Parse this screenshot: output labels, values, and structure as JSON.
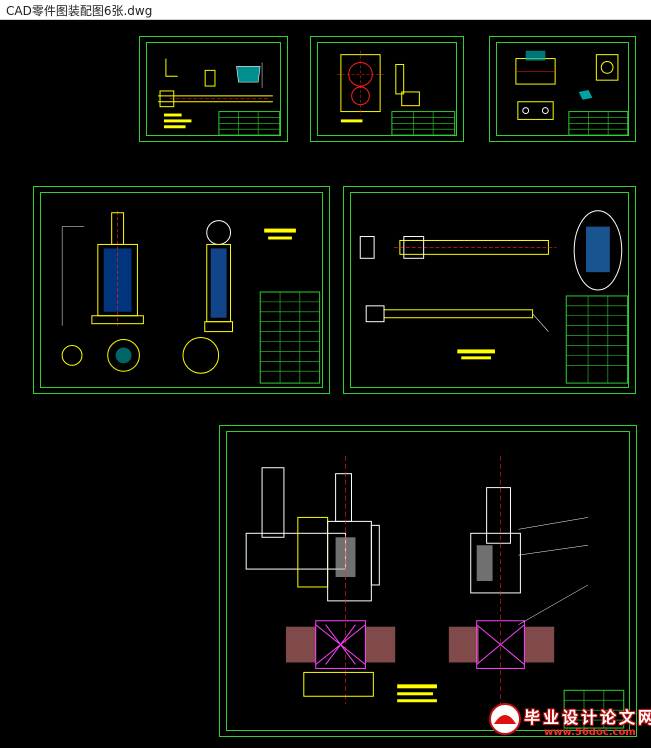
{
  "window": {
    "title": "CAD零件图装配图6张.dwg"
  },
  "watermark": {
    "text": "毕业设计论文网",
    "url": "www.56doc.com"
  },
  "colors": {
    "frame": "#2fd12f",
    "yellow": "#ffff00",
    "cyan": "#00ffff",
    "red": "#ff2020",
    "magenta": "#ff40ff",
    "white": "#ffffff"
  },
  "sheets": [
    {
      "name": "sheet-1"
    },
    {
      "name": "sheet-2"
    },
    {
      "name": "sheet-3"
    },
    {
      "name": "sheet-4"
    },
    {
      "name": "sheet-5"
    },
    {
      "name": "sheet-6"
    }
  ]
}
